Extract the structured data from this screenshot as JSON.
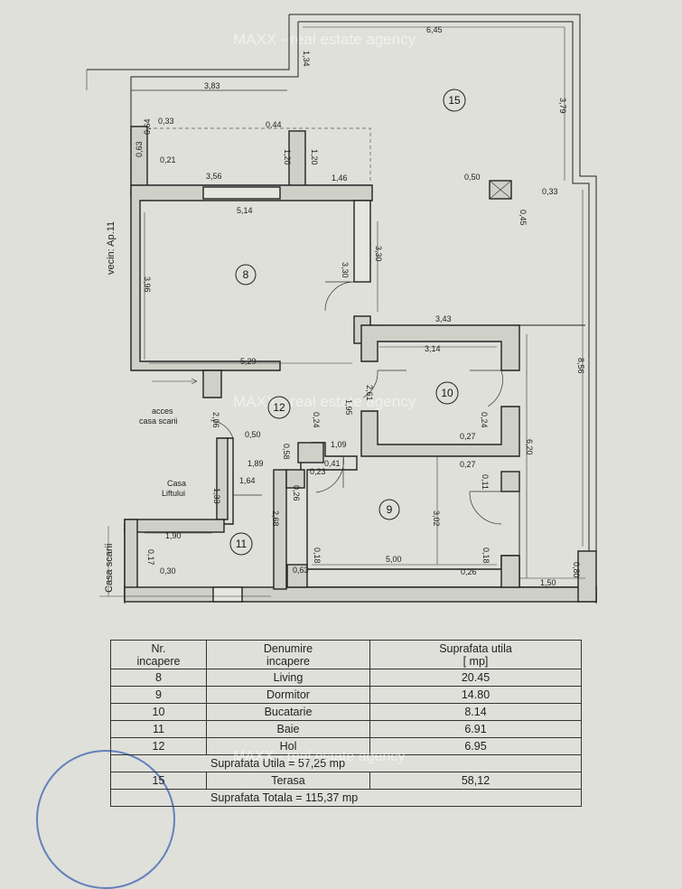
{
  "watermark": "MAXX - real estate agency",
  "neighbor": "vecin: Ap.11",
  "stair_house": "Casa scarii",
  "lift_house_l1": "Casa",
  "lift_house_l2": "Liftului",
  "access_l1": "acces",
  "access_l2": "casa scarii",
  "rooms": {
    "r8": "8",
    "r9": "9",
    "r10": "10",
    "r11": "11",
    "r12": "12",
    "r15": "15"
  },
  "dims": {
    "d645": "6,45",
    "d134": "1,34",
    "d383": "3,83",
    "d379": "3,79",
    "d033a": "0,33",
    "d044": "0,44",
    "d064": "0,64",
    "d021": "0,21",
    "d120a": "1,20",
    "d120b": "1,20",
    "d063": "0,63",
    "d356": "3,56",
    "d146": "1,46",
    "d050a": "0,50",
    "d033b": "0,33",
    "d045": "0,45",
    "d514": "5,14",
    "d396": "3,96",
    "d330a": "3,30",
    "d330b": "3,30",
    "d343": "3,43",
    "d314": "3,14",
    "d529": "5,29",
    "d856": "8,56",
    "d261": "2,61",
    "d195": "1,95",
    "d024a": "0,24",
    "d024b": "0,24",
    "d206": "2,06",
    "d050b": "0,50",
    "d058": "0,58",
    "d109": "1,09",
    "d027a": "0,27",
    "d027b": "0,27",
    "d189": "1,89",
    "d041": "0,41",
    "d023": "0,23",
    "d620": "6,20",
    "d164": "1,64",
    "d133": "1,33",
    "d026a": "0,26",
    "d011": "0,11",
    "d302": "3,02",
    "d190": "1,90",
    "d268": "2,68",
    "d018a": "0,18",
    "d018b": "0,18",
    "d017": "0,17",
    "d030": "0,30",
    "d063b": "0,63",
    "d500": "5,00",
    "d026b": "0,26",
    "d080": "0,80",
    "d150": "1,50"
  },
  "table": {
    "headers": [
      "Nr.\nincapere",
      "Denumire\nincapere",
      "Suprafata utila\n[ mp]"
    ],
    "h1a": "Nr.",
    "h1b": "incapere",
    "h2a": "Denumire",
    "h2b": "incapere",
    "h3a": "Suprafata utila",
    "h3b": "[ mp]",
    "rows": [
      {
        "nr": "8",
        "name": "Living",
        "area": "20.45"
      },
      {
        "nr": "9",
        "name": "Dormitor",
        "area": "14.80"
      },
      {
        "nr": "10",
        "name": "Bucatarie",
        "area": "8.14"
      },
      {
        "nr": "11",
        "name": "Baie",
        "area": "6.91"
      },
      {
        "nr": "12",
        "name": "Hol",
        "area": "6.95"
      }
    ],
    "utila": "Suprafata Utila = 57,25 mp",
    "terasa_nr": "15",
    "terasa_name": "Terasa",
    "terasa_area": "58,12",
    "totala": "Suprafata Totala = 115,37 mp"
  }
}
